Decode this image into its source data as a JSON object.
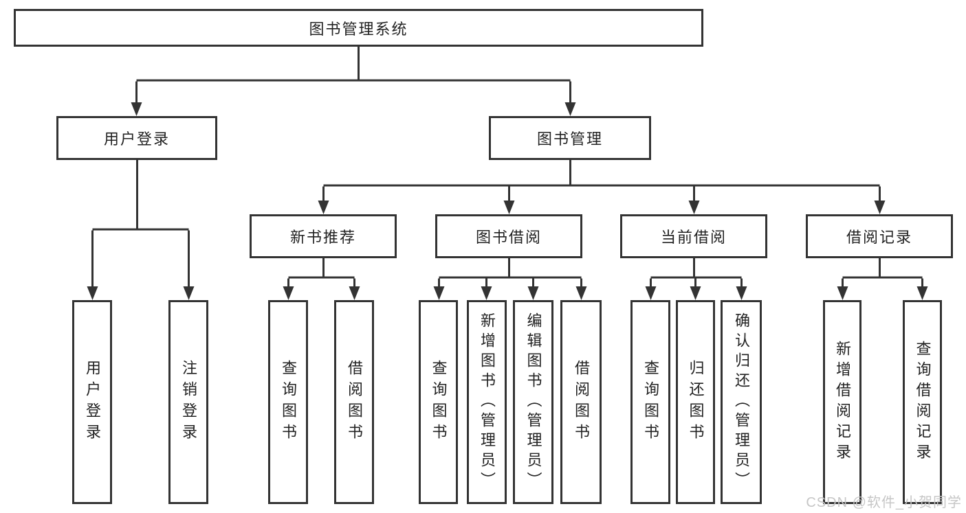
{
  "root_label": "图书管理系统",
  "level1": {
    "user_login": "用户登录",
    "book_management": "图书管理"
  },
  "level2": {
    "new_book_recommend": "新书推荐",
    "book_borrow": "图书借阅",
    "current_borrow": "当前借阅",
    "borrow_record": "借阅记录"
  },
  "leaves": {
    "user_login": "用户登录",
    "logout": "注销登录",
    "query_book_recommend": "查询图书",
    "borrow_book_recommend": "借阅图书",
    "query_book_borrow": "查询图书",
    "add_book_admin": "新增图书（管理员）",
    "edit_book_admin": "编辑图书（管理员）",
    "borrow_book_borrow": "借阅图书",
    "query_book_current": "查询图书",
    "return_book": "归还图书",
    "confirm_return_admin": "确认归还（管理员）",
    "add_borrow_record": "新增借阅记录",
    "query_borrow_record": "查询借阅记录"
  },
  "watermark": "CSDN @软件_小贺同学",
  "colors": {
    "line": "#333333",
    "border": "#333333",
    "background": "#ffffff",
    "text": "#222222",
    "watermark": "#c6c6c6"
  }
}
